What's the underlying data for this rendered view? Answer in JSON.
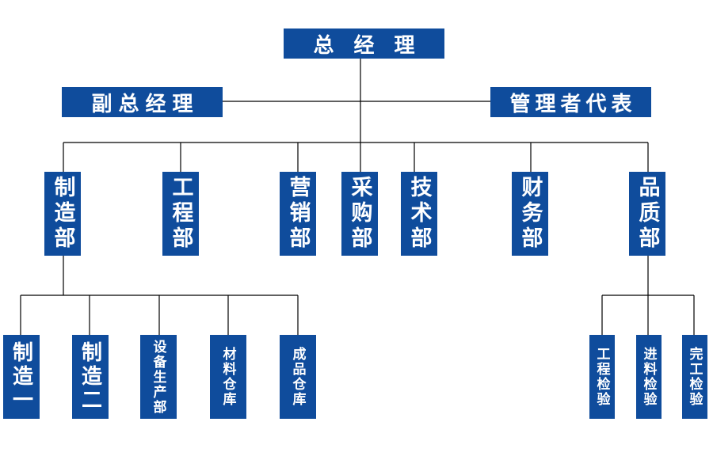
{
  "colors": {
    "box_fill": "#0f4c9c",
    "box_text": "#ffffff",
    "line": "#000000"
  },
  "top": {
    "ceo": "总 经 理"
  },
  "staff": {
    "deputy_gm": "副总经理",
    "management_rep": "管理者代表"
  },
  "departments": {
    "manufacturing": "制造部",
    "engineering": "工程部",
    "marketing": "营销部",
    "procurement": "采购部",
    "technology": "技术部",
    "finance": "财务部",
    "quality": "品质部"
  },
  "manufacturing_units": {
    "mfg_1": "制造一",
    "mfg_2": "制造二",
    "equipment": "设备生产部",
    "materials_warehouse": "材料仓库",
    "finished_goods_warehouse": "成品仓库"
  },
  "quality_units": {
    "engineering_inspection": "工程检验",
    "incoming_inspection": "进料检验",
    "final_inspection": "完工检验"
  }
}
